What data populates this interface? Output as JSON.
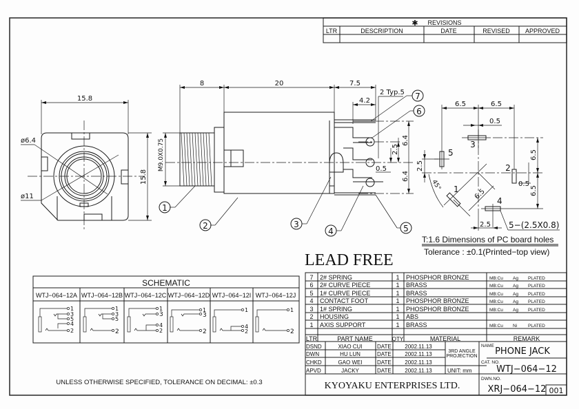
{
  "revisions": {
    "title": "REVISIONS",
    "star": "✱",
    "headers": [
      "LTR",
      "DESCRIPTION",
      "DATE",
      "REVISED",
      "APPROVED"
    ]
  },
  "front_view": {
    "width_dim": "15.8",
    "height_dim": "15.8",
    "inner_dia": "ø6.4",
    "outer_dia": "ø11"
  },
  "side_view": {
    "dim_thread": "8",
    "dim_body": "20",
    "dim_pins": "7.5",
    "dim_pin_len": "4.2",
    "dim_typ": "2  Typ.5",
    "thread_label": "M9.0X0.75",
    "dim_pitch_upper": "6.4",
    "dim_pitch_mid": "2.5",
    "dim_pitch_lower": "6.4",
    "dim_offset": "0.5",
    "dim_far": "2.5",
    "balloons": [
      "1",
      "2",
      "3",
      "4",
      "5",
      "6",
      "7"
    ]
  },
  "pcb_view": {
    "dim_top_left": "6.5",
    "dim_top_right": "6.5",
    "dim_offset_top": "0.5",
    "dim_right_upper": "6.5",
    "dim_right_lower": "6.5",
    "dim_left": "2.5",
    "dim_offset_right": "0.5",
    "dim_diag": "6.5",
    "dim_angle": "45°",
    "dim_bottom": "2.5",
    "holes_note": "5−(2.5X0.8)",
    "pin_labels": [
      "1",
      "2",
      "3",
      "4",
      "5"
    ],
    "note_line1": "T:1.6 Dimensions of PC board holes",
    "note_line2": "Tolerance : ±0.1(Printed−top view)"
  },
  "lead_free": "LEAD FREE",
  "schematic": {
    "title": "SCHEMATIC",
    "variants": [
      {
        "name": "WTJ−064−12A",
        "pins": [
          "1",
          "3",
          "5",
          "4",
          "2"
        ]
      },
      {
        "name": "WTJ−064−12B",
        "pins": [
          "1",
          "3",
          "5",
          "2"
        ]
      },
      {
        "name": "WTJ−064−12C",
        "pins": [
          "1",
          "3",
          "4",
          "2"
        ]
      },
      {
        "name": "WTJ−064−12D",
        "pins": [
          "1",
          "3",
          "2"
        ]
      },
      {
        "name": "WTJ−064−12I",
        "pins": [
          "1",
          "4",
          "2"
        ]
      },
      {
        "name": "WTJ−064−12J",
        "pins": [
          "1",
          "2"
        ]
      }
    ]
  },
  "tolerance_note": "UNLESS OTHERWISE SPECIFIED, TOLERANCE ON DECIMAL: ±0.3",
  "bom": {
    "headers": [
      "LTR",
      "PART NAME",
      "QTY",
      "MATERIAL",
      "REMARK"
    ],
    "rows": [
      {
        "ltr": "7",
        "part": "2# SPRING",
        "qty": "1",
        "material": "PHOSPHOR BRONZE",
        "r1": "MB:Cu",
        "r2": "Ag",
        "r3": "PLATED"
      },
      {
        "ltr": "6",
        "part": "2# CURVE PIECE",
        "qty": "1",
        "material": "BRASS",
        "r1": "MB:Cu",
        "r2": "Ag",
        "r3": "PLATED"
      },
      {
        "ltr": "5",
        "part": "1# CURVE PIECE",
        "qty": "1",
        "material": "BRASS",
        "r1": "MB:Cu",
        "r2": "Ag",
        "r3": "PLATED"
      },
      {
        "ltr": "4",
        "part": "CONTACT FOOT",
        "qty": "1",
        "material": "PHOSPHOR BRONZE",
        "r1": "MB:Cu",
        "r2": "Ag",
        "r3": "PLATED"
      },
      {
        "ltr": "3",
        "part": "1# SPRING",
        "qty": "1",
        "material": "PHOSPHOR BRONZE",
        "r1": "MB:Cu",
        "r2": "Ag",
        "r3": "PLATED"
      },
      {
        "ltr": "2",
        "part": "HOUSING",
        "qty": "1",
        "material": "ABS",
        "r1": "",
        "r2": "",
        "r3": ""
      },
      {
        "ltr": "1",
        "part": "AXIS SUPPORT",
        "qty": "1",
        "material": "BRASS",
        "r1": "MB:Cu",
        "r2": "Ni",
        "r3": "PLATED"
      }
    ]
  },
  "title_block": {
    "signoffs": [
      {
        "role": "DSND",
        "name": "XIAO   CUI",
        "date_label": "DATE",
        "date": "2002.11.13"
      },
      {
        "role": "DWN",
        "name": "HU     LUN",
        "date_label": "DATE",
        "date": "2002.11.13"
      },
      {
        "role": "CHKD",
        "name": "GAO   WEI",
        "date_label": "DATE",
        "date": "2002.11.13"
      },
      {
        "role": "APVD",
        "name": "JACKY",
        "date_label": "DATE",
        "date": "2002.11.13"
      }
    ],
    "projection_line1": "3RD  ANGLE",
    "projection_line2": "PROJECTION",
    "unit": "UNIT: mm",
    "name_label": "NAME",
    "name": "PHONE  JACK",
    "cat_label": "CAT. NO.",
    "cat_no": "WTJ−064−12",
    "dwn_label": "DWN.NO.",
    "dwn_no": "XRJ−064−12",
    "sheet": "001",
    "company": "KYOYAKU   ENTERPRISES   LTD."
  }
}
